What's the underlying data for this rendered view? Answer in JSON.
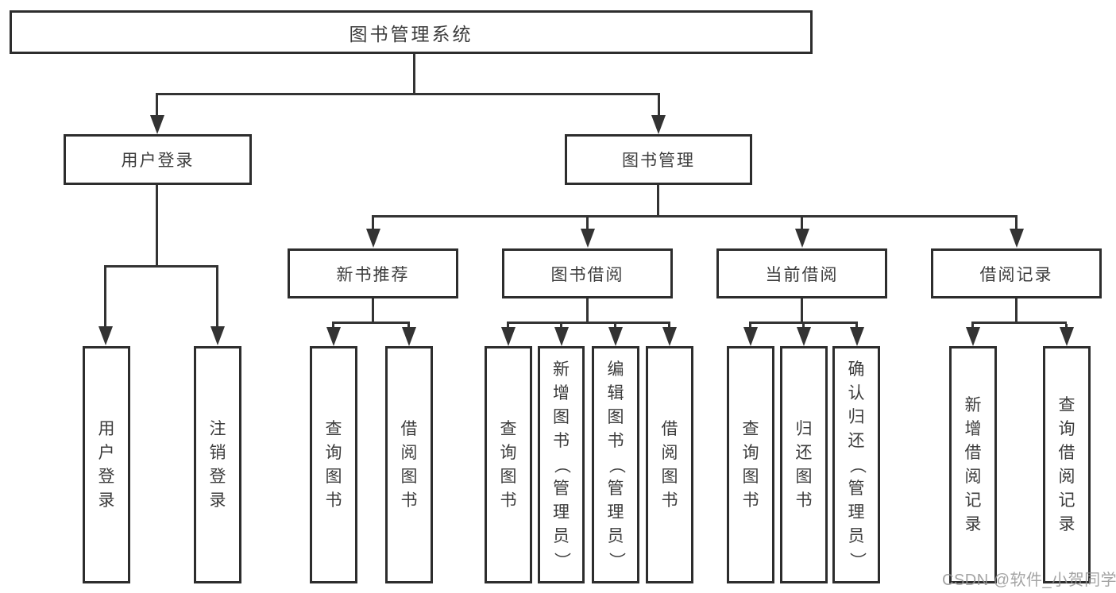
{
  "diagram": {
    "root": {
      "label": "图书管理系统"
    },
    "user_branch": {
      "label": "用户登录",
      "children": [
        {
          "label": "用户登录"
        },
        {
          "label": "注销登录"
        }
      ]
    },
    "mgmt_branch": {
      "label": "图书管理",
      "groups": [
        {
          "label": "新书推荐",
          "children": [
            {
              "label": "查询图书"
            },
            {
              "label": "借阅图书"
            }
          ]
        },
        {
          "label": "图书借阅",
          "children": [
            {
              "label": "查询图书"
            },
            {
              "label": "新增图书（管理员）"
            },
            {
              "label": "编辑图书（管理员）"
            },
            {
              "label": "借阅图书"
            }
          ]
        },
        {
          "label": "当前借阅",
          "children": [
            {
              "label": "查询图书"
            },
            {
              "label": "归还图书"
            },
            {
              "label": "确认归还（管理员）"
            }
          ]
        },
        {
          "label": "借阅记录",
          "children": [
            {
              "label": "新增借阅记录"
            },
            {
              "label": "查询借阅记录"
            }
          ]
        }
      ]
    },
    "watermark": "CSDN @软件_小贺同学",
    "colors": {
      "line": "#333333",
      "box_border": "#2d2d2d",
      "text": "#3c3c3c",
      "background": "#ffffff",
      "watermark": "#949494"
    }
  }
}
